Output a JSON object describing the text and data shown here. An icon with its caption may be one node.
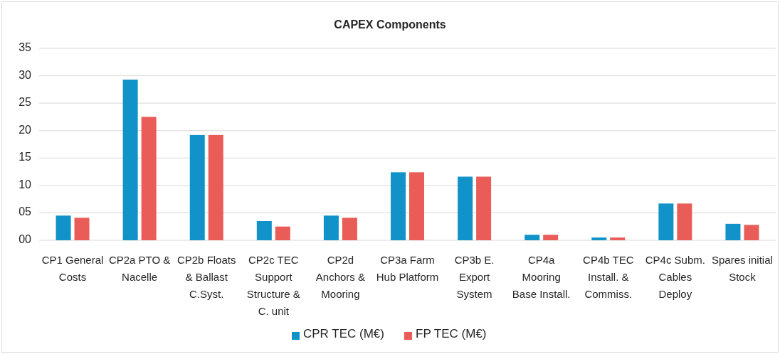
{
  "diagram": {
    "chart_data": {
      "type": "bar",
      "title": "CAPEX Components",
      "categories": [
        "CP1 General Costs",
        "CP2a PTO & Nacelle",
        "CP2b Floats & Ballast C.Syst.",
        "CP2c TEC Support Structure & C. unit",
        "CP2d Anchors & Mooring",
        "CP3a Farm Hub Platform",
        "CP3b E. Export System",
        "CP4a Mooring Base Install.",
        "CP4b TEC Install. & Commiss.",
        "CP4c Subm. Cables Deploy",
        "Spares initial Stock"
      ],
      "series": [
        {
          "name": "CPR TEC (M€)",
          "color": "#1192c9",
          "values": [
            4.5,
            29.3,
            19.2,
            3.5,
            4.5,
            12.4,
            11.6,
            1.0,
            0.5,
            6.7,
            3.0
          ]
        },
        {
          "name": "FP TEC (M€)",
          "color": "#e95c57",
          "values": [
            4.1,
            22.5,
            19.2,
            2.5,
            4.1,
            12.4,
            11.6,
            1.0,
            0.5,
            6.7,
            2.8
          ]
        }
      ],
      "ylim": [
        0,
        35
      ],
      "grid": true,
      "legend": true,
      "yticks": [
        {
          "value": 0,
          "label": "00"
        },
        {
          "value": 5,
          "label": "05"
        },
        10,
        15,
        20,
        25,
        30,
        35
      ]
    }
  }
}
